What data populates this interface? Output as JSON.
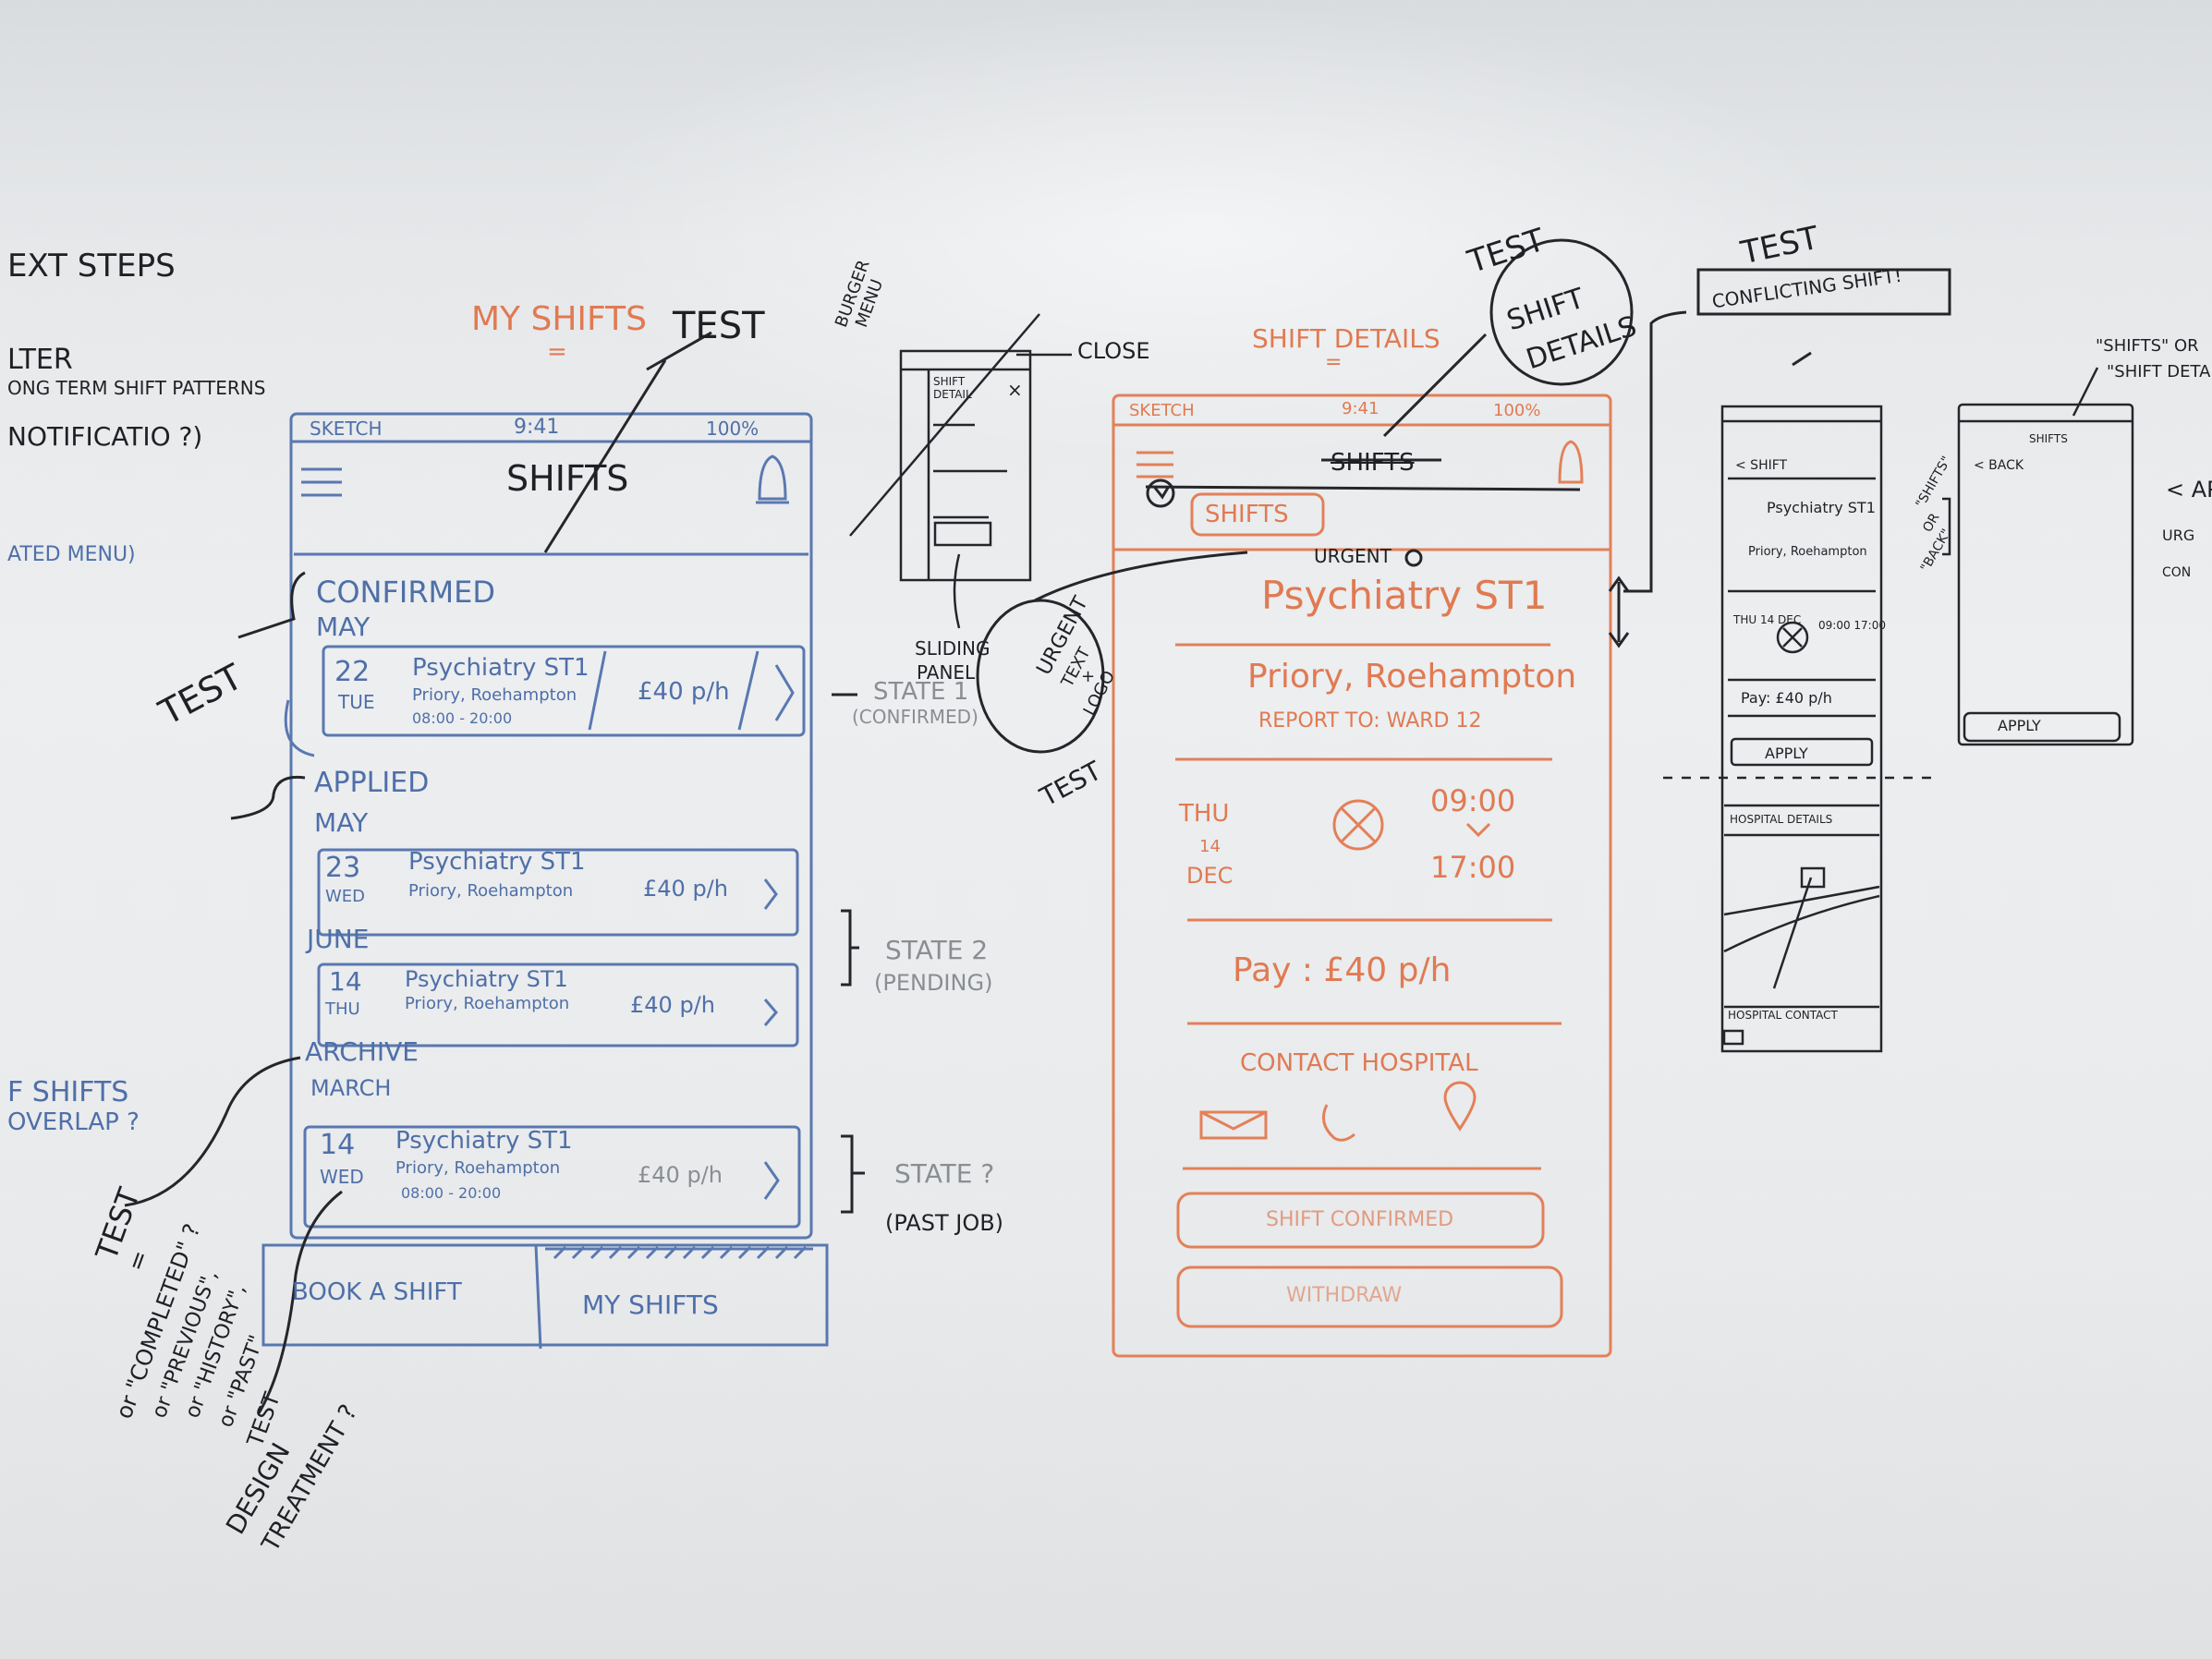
{
  "left_notes": {
    "next_steps": "EXT STEPS",
    "filter": "LTER",
    "long_term": "ONG TERM SHIFT PATTERNS",
    "notification": "NOTIFICATIO ?)",
    "menu": "ATED MENU)",
    "overlap_1": "F SHIFTS",
    "overlap_2": "OVERLAP ?"
  },
  "my_shifts_phone": {
    "heading": "MY SHIFTS",
    "heading_underline": "=",
    "test_label": "TEST",
    "status_bar": {
      "carrier": "SKETCH",
      "time": "9:41",
      "battery": "100%"
    },
    "title": "SHIFTS",
    "confirmed": {
      "label": "CONFIRMED",
      "month": "MAY"
    },
    "row_confirmed": {
      "day": "22",
      "dow": "TUE",
      "role": "Psychiatry ST1",
      "place": "Priory, Roehampton",
      "time": "08:00 - 20:00",
      "rate": "£40 p/h"
    },
    "applied": {
      "label": "APPLIED",
      "month": "MAY"
    },
    "row_applied_1": {
      "day": "23",
      "dow": "WED",
      "role": "Psychiatry ST1",
      "place": "Priory, Roehampton",
      "rate": "£40 p/h"
    },
    "june_label": "JUNE",
    "row_applied_2": {
      "day": "14",
      "dow": "THU",
      "role": "Psychiatry ST1",
      "place": "Priory, Roehampton",
      "rate": "£40 p/h"
    },
    "archive": {
      "label": "ARCHIVE",
      "month": "MARCH"
    },
    "row_archive": {
      "day": "14",
      "dow": "WED",
      "role": "Psychiatry ST1",
      "place": "Priory, Roehampton",
      "time": "08:00 - 20:00",
      "rate": "£40 p/h"
    },
    "tabs": {
      "book": "BOOK A SHIFT",
      "mine": "MY SHIFTS"
    },
    "test_side": "TEST",
    "state1": "STATE 1",
    "state1_sub": "(CONFIRMED)",
    "state2": "STATE 2",
    "state2_sub": "(PENDING)",
    "state3": "STATE ?",
    "state3_sub": "(PAST JOB)"
  },
  "bottom_notes": {
    "test": "TEST",
    "eq": "=",
    "completed": "or \"COMPLETED\" ?",
    "previous": "or \"PREVIOUS\",",
    "history": "or \"HISTORY\",",
    "past": "or \"PAST\"",
    "test2": "TEST",
    "design": "DESIGN",
    "treatment": "TREATMENT ?"
  },
  "burger_panel": {
    "label_1": "BURGER",
    "label_2": "MENU",
    "close": "CLOSE",
    "sliding_1": "SLIDING",
    "sliding_2": "PANEL",
    "inner_1": "SHIFT",
    "inner_2": "DETAIL"
  },
  "shift_detail_phone": {
    "heading": "SHIFT DETAILS",
    "heading_underline": "=",
    "test_top": "TEST",
    "bubble_1": "SHIFT",
    "bubble_2": "DETAILS",
    "status_bar": {
      "carrier": "SKETCH",
      "time": "9:41",
      "battery": "100%"
    },
    "struck_title": "SHIFTS",
    "back": "SHIFTS",
    "urgent": "URGENT",
    "role": "Psychiatry ST1",
    "place": "Priory, Roehampton",
    "report": "REPORT TO: WARD 12",
    "dow": "THU",
    "day": "14",
    "month": "DEC",
    "start": "09:00",
    "end": "17:00",
    "pay": "Pay : £40 p/h",
    "contact": "CONTACT HOSPITAL",
    "confirmed_btn": "SHIFT CONFIRMED",
    "withdraw_btn": "WITHDRAW",
    "urgent_bubble_1": "URGENT",
    "urgent_bubble_2": "TEXT",
    "urgent_bubble_3": "+",
    "urgent_bubble_4": "LOGO",
    "urgent_test": "TEST"
  },
  "right_sketches": {
    "test": "TEST",
    "conflicting": "CONFLICTING SHIFT!",
    "shifts_or_1": "\"SHIFTS\" OR",
    "shifts_or_2": "\"SHIFT DETAILS\"",
    "phone3_back": "< SHIFT",
    "phone3_role": "Psychiatry ST1",
    "phone3_place": "Priory, Roehampton",
    "phone3_date": "THU 14 DEC",
    "phone3_time": "09:00 17:00",
    "phone3_pay": "Pay: £40 p/h",
    "phone3_apply": "APPLY",
    "phone3_hospital": "HOSPITAL DETAILS",
    "phone3_contact": "HOSPITAL CONTACT",
    "side_1": "\"SHIFTS\"",
    "side_2": "OR",
    "side_3": "\"BACK\"",
    "phone4_title": "SHIFTS",
    "phone4_back": "< BACK",
    "phone4_apply": "APPLY",
    "edge_1": "< AP",
    "edge_2": "URG",
    "edge_3": "CON"
  }
}
